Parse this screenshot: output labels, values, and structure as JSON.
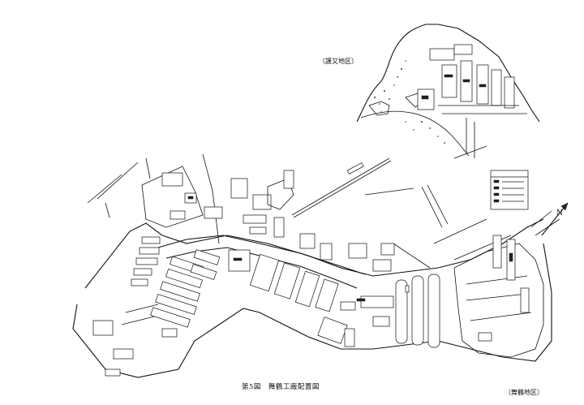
{
  "map": {
    "labels": {
      "district_north": "〔護又地区〕",
      "district_south": "〔舞鶴地区〕",
      "compass_north": "N"
    },
    "caption": "第5図　舞鶴工廠配置図",
    "line_color": "#111111",
    "paper_color": "#ffffff"
  }
}
